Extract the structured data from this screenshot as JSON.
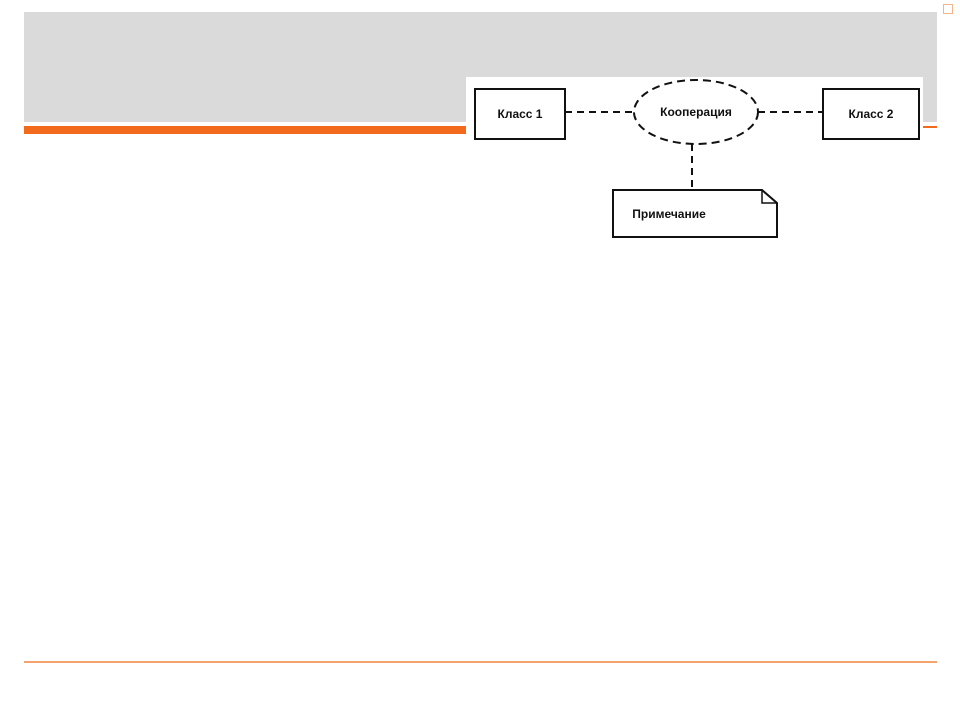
{
  "diagram": {
    "class1": "Класс 1",
    "collaboration": "Кооперация",
    "class2": "Класс 2",
    "note": "Примечание"
  },
  "colors": {
    "accent": "#f26a1b",
    "title_band": "#dadada",
    "bottom_line": "#f5a36c"
  }
}
